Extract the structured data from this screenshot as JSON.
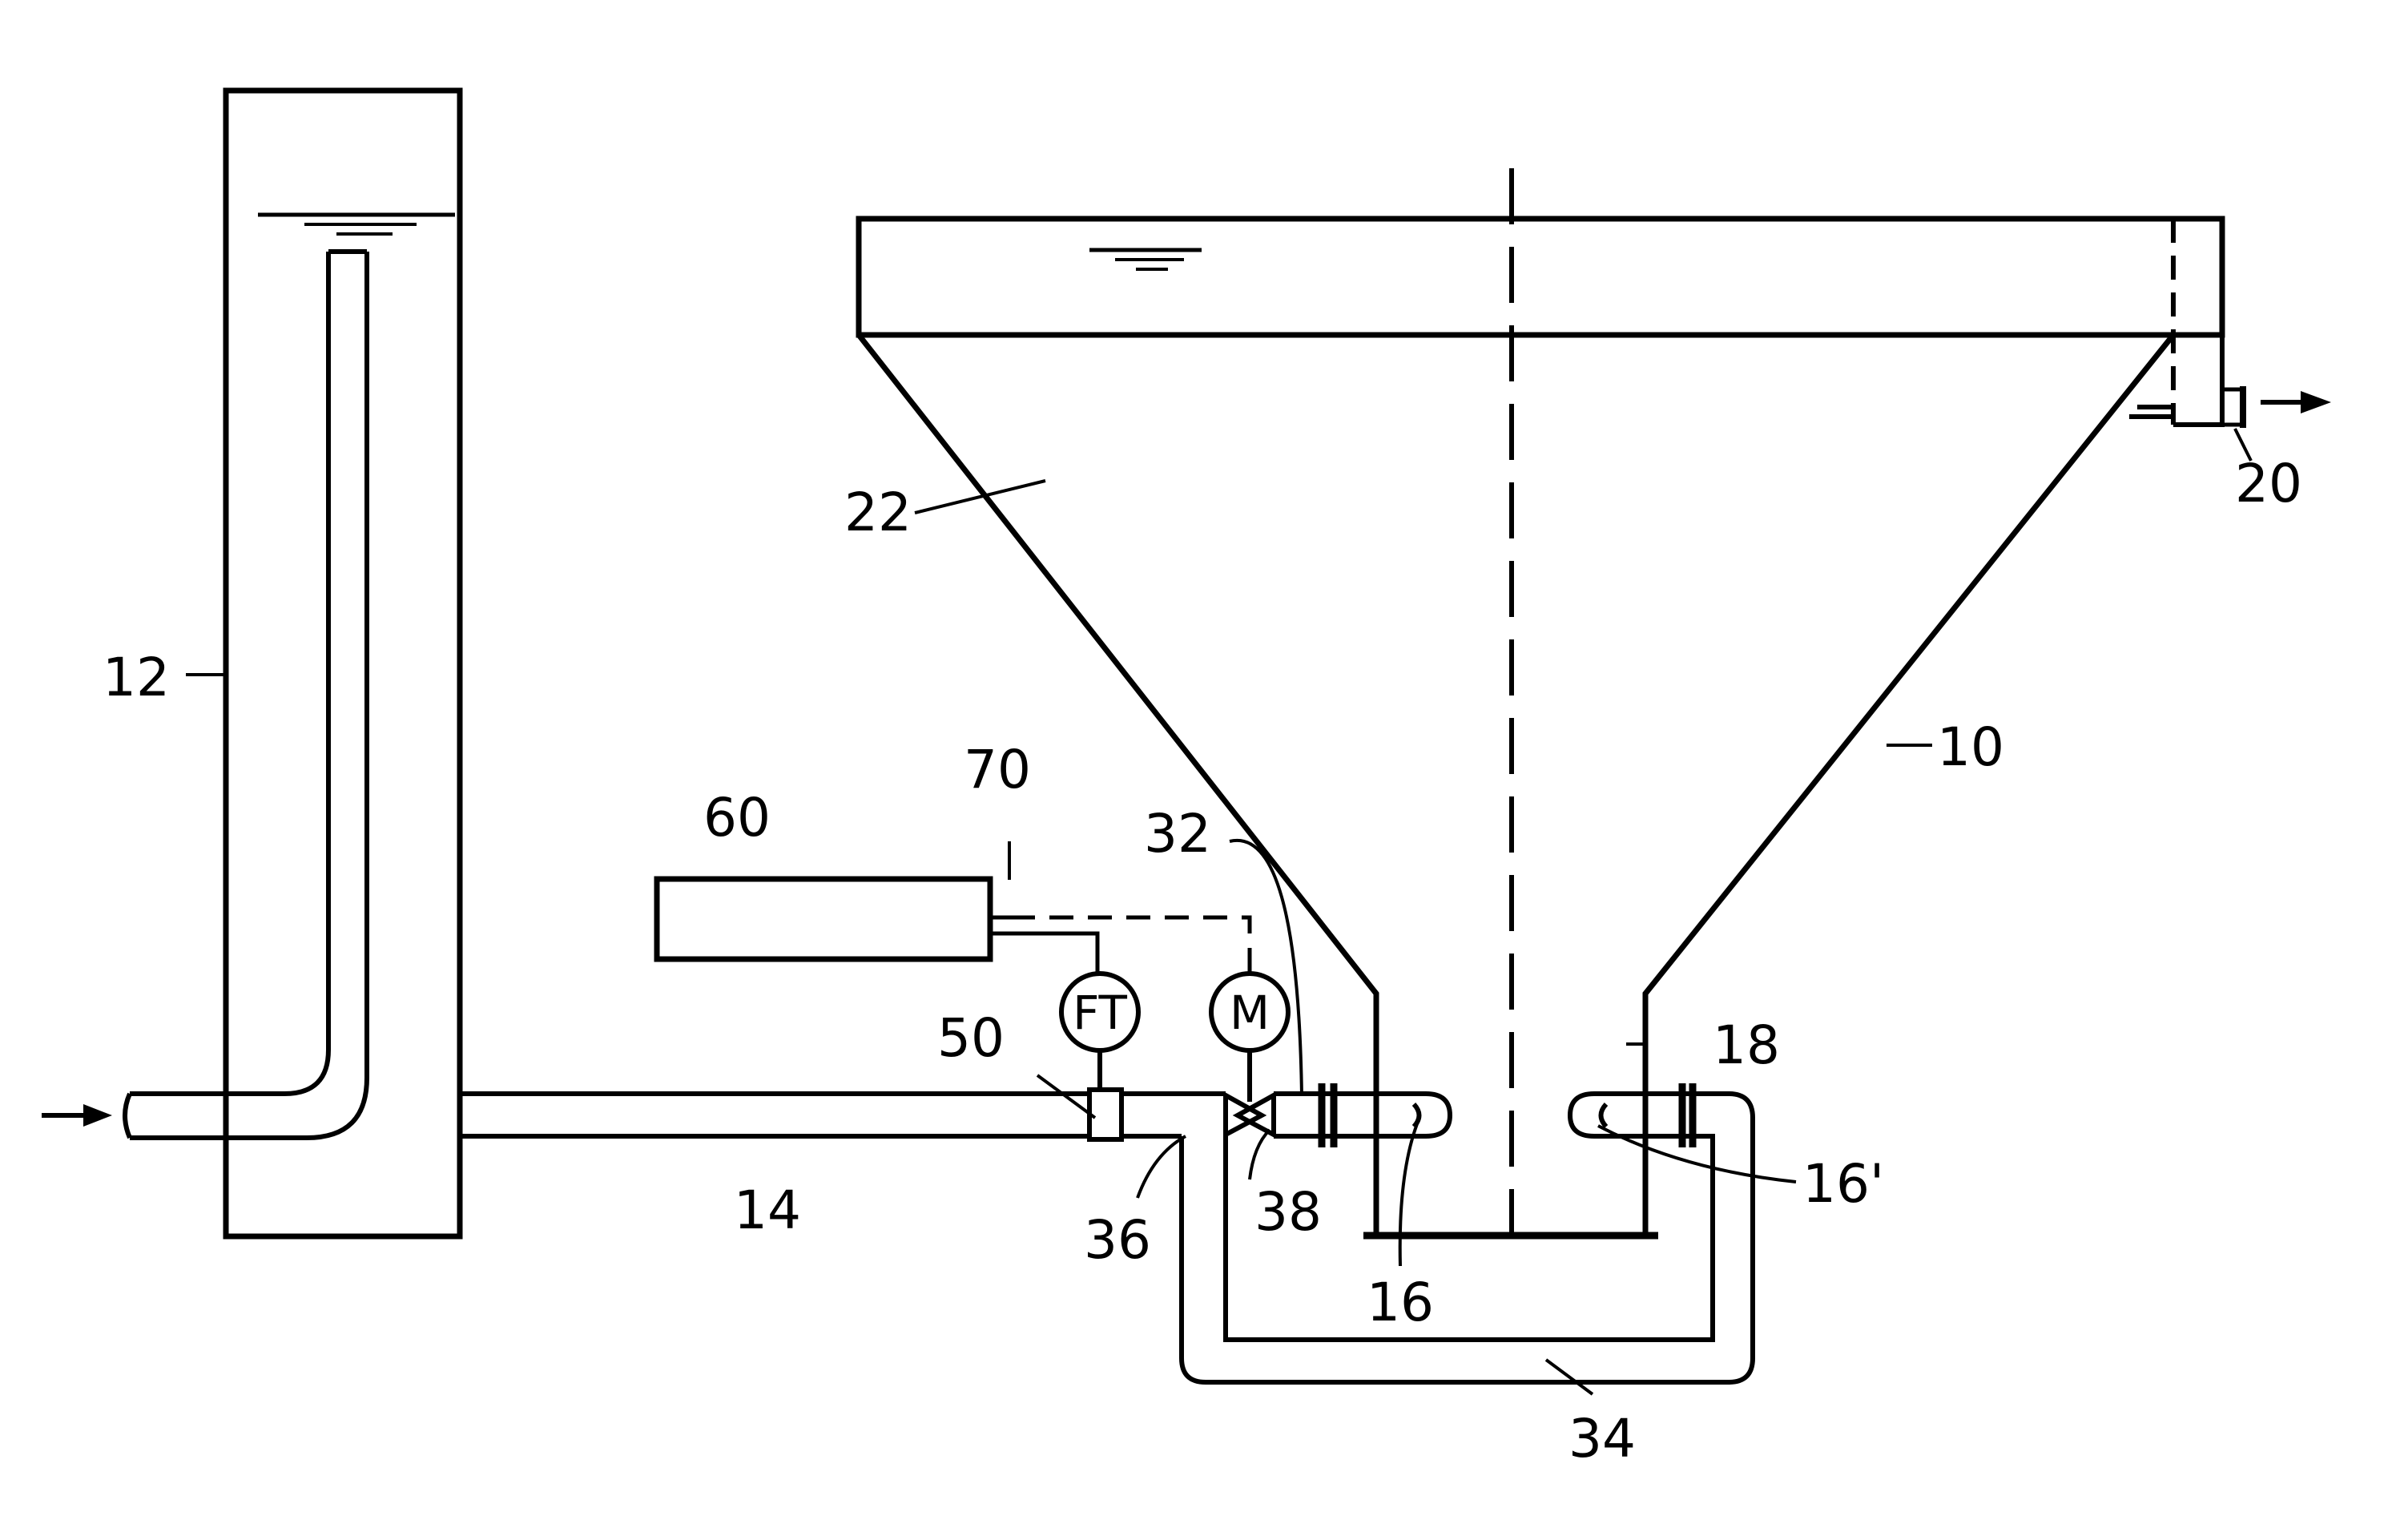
{
  "labels": {
    "l10": "10",
    "l12": "12",
    "l14": "14",
    "l16": "16",
    "l16p": "16'",
    "l18": "18",
    "l20": "20",
    "l22": "22",
    "l32": "32",
    "l34": "34",
    "l36": "36",
    "l38": "38",
    "l50": "50",
    "l60": "60",
    "l70": "70"
  },
  "instruments": {
    "flow_transmitter": "FT",
    "motor": "M"
  },
  "colors": {
    "line": "#000000",
    "background": "#ffffff"
  }
}
